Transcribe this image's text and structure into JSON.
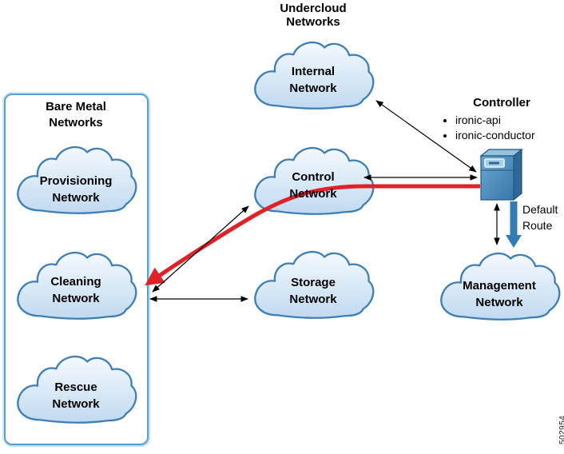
{
  "diagram_title": {
    "line1": "Undercloud",
    "line2": "Networks"
  },
  "bare_metal_box": {
    "title_line1": "Bare Metal",
    "title_line2": "Networks"
  },
  "clouds": {
    "provisioning": {
      "line1": "Provisioning",
      "line2": "Network"
    },
    "cleaning": {
      "line1": "Cleaning",
      "line2": "Network"
    },
    "rescue": {
      "line1": "Rescue",
      "line2": "Network"
    },
    "internal": {
      "line1": "Internal",
      "line2": "Network"
    },
    "control": {
      "line1": "Control",
      "line2": "Network"
    },
    "storage": {
      "line1": "Storage",
      "line2": "Network"
    },
    "management": {
      "line1": "Management",
      "line2": "Network"
    }
  },
  "controller": {
    "title": "Controller",
    "services": [
      "ironic-api",
      "ironic-conductor"
    ]
  },
  "default_route": {
    "line1": "Default",
    "line2": "Route"
  },
  "figure_number": "502954",
  "colors": {
    "cloud_fill_light": "#f2f8fd",
    "cloud_fill_dark": "#c3dcf1",
    "cloud_border": "#3f7fb6",
    "box_border": "#55a0cd",
    "route_red": "#e02128",
    "default_route_blue": "#327db5",
    "arrow_black": "#000000",
    "server_front_blue": "#4a90c0"
  }
}
